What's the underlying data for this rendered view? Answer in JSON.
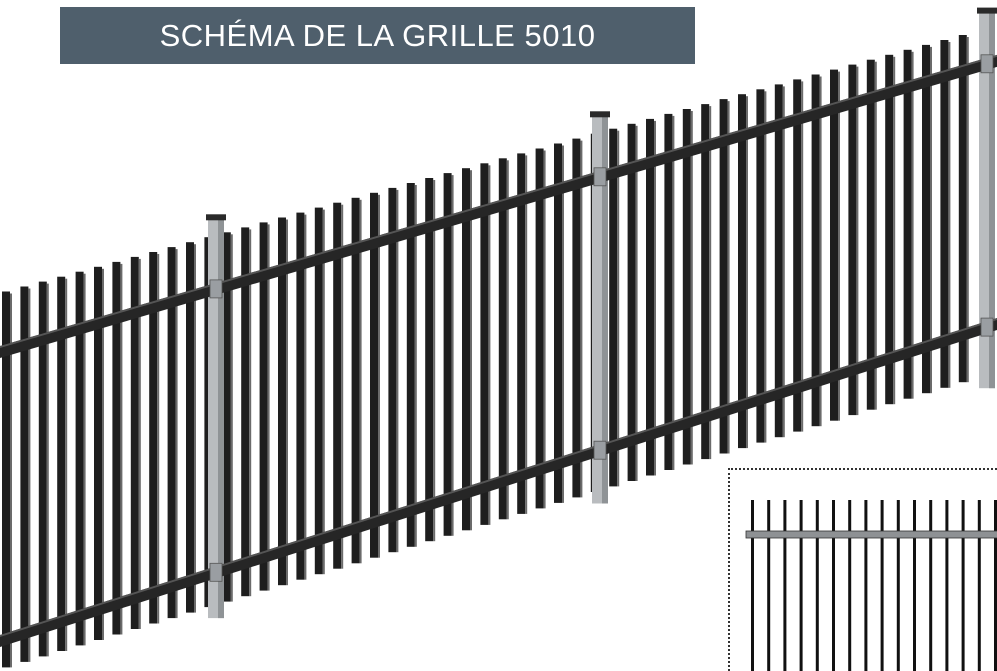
{
  "title": {
    "text": "SCHÉMA DE LA GRILLE 5010",
    "background_color": "#4f5f6c",
    "text_color": "#ffffff"
  },
  "fence": {
    "panels": 3,
    "rails_per_panel": 2,
    "pale_color": "#1e1e1e",
    "rail_color": "#262626",
    "post_color": "#b9bcbf"
  },
  "detail_inset": {
    "border_style": "dotted",
    "pale_color": "#111111",
    "rail_color": "#8e9194"
  }
}
